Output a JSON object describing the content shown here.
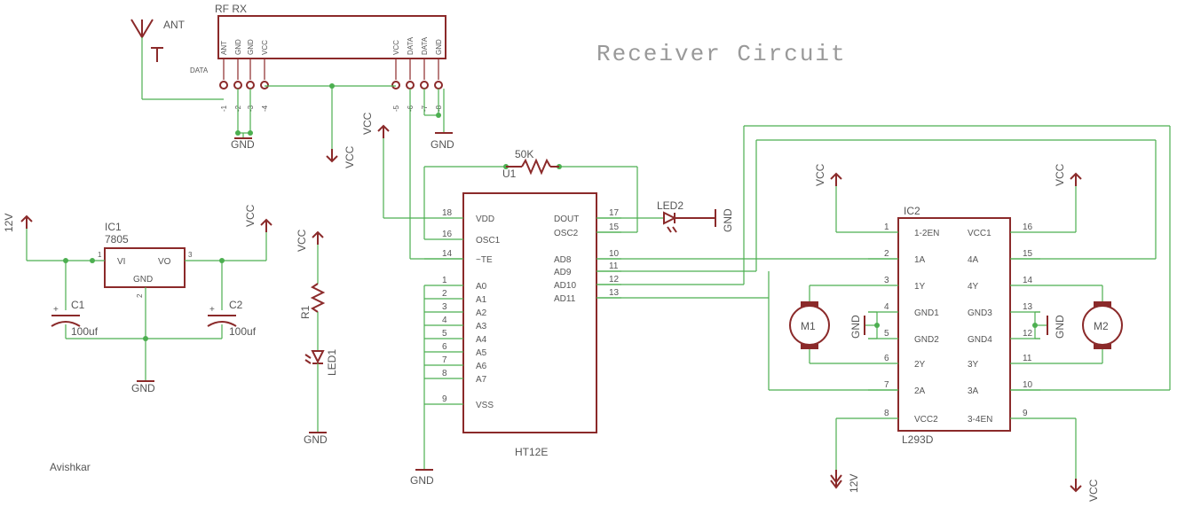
{
  "title": "Receiver Circuit",
  "author": "Avishkar",
  "colors": {
    "wire": "#4caf50",
    "component": "#8b2a2a",
    "text": "#555555"
  },
  "rf_rx": {
    "name": "RF RX",
    "pin_labels": [
      "ANT",
      "GND",
      "GND",
      "VCC",
      "VCC",
      "DATA",
      "DATA",
      "GND"
    ],
    "pin_numbers": [
      "1",
      "2",
      "3",
      "4",
      "5",
      "6",
      "7",
      "8"
    ],
    "side_label": "DATA"
  },
  "antenna": {
    "label": "ANT"
  },
  "ht12e": {
    "ref": "U1",
    "name": "HT12E",
    "left_pins": [
      {
        "num": "18",
        "name": "VDD"
      },
      {
        "num": "16",
        "name": "OSC1"
      },
      {
        "num": "14",
        "name": "~TE"
      },
      {
        "num": "1",
        "name": "A0"
      },
      {
        "num": "2",
        "name": "A1"
      },
      {
        "num": "3",
        "name": "A2"
      },
      {
        "num": "4",
        "name": "A3"
      },
      {
        "num": "5",
        "name": "A4"
      },
      {
        "num": "6",
        "name": "A5"
      },
      {
        "num": "7",
        "name": "A6"
      },
      {
        "num": "8",
        "name": "A7"
      },
      {
        "num": "9",
        "name": "VSS"
      }
    ],
    "right_pins": [
      {
        "num": "17",
        "name": "DOUT"
      },
      {
        "num": "15",
        "name": "OSC2"
      },
      {
        "num": "10",
        "name": "AD8"
      },
      {
        "num": "11",
        "name": "AD9"
      },
      {
        "num": "12",
        "name": "AD10"
      },
      {
        "num": "13",
        "name": "AD11"
      }
    ]
  },
  "resistor_osc": {
    "value": "50K"
  },
  "led2": {
    "ref": "LED2"
  },
  "l293d": {
    "ref": "IC2",
    "name": "L293D",
    "left_pins": [
      {
        "num": "1",
        "name": "1-2EN"
      },
      {
        "num": "2",
        "name": "1A"
      },
      {
        "num": "3",
        "name": "1Y"
      },
      {
        "num": "4",
        "name": "GND1"
      },
      {
        "num": "5",
        "name": "GND2"
      },
      {
        "num": "6",
        "name": "2Y"
      },
      {
        "num": "7",
        "name": "2A"
      },
      {
        "num": "8",
        "name": "VCC2"
      }
    ],
    "right_pins": [
      {
        "num": "16",
        "name": "VCC1"
      },
      {
        "num": "15",
        "name": "4A"
      },
      {
        "num": "14",
        "name": "4Y"
      },
      {
        "num": "13",
        "name": "GND3"
      },
      {
        "num": "12",
        "name": "GND4"
      },
      {
        "num": "11",
        "name": "3Y"
      },
      {
        "num": "10",
        "name": "3A"
      },
      {
        "num": "9",
        "name": "3-4EN"
      }
    ]
  },
  "motors": {
    "m1": "M1",
    "m2": "M2"
  },
  "regulator": {
    "ref": "IC1",
    "part": "7805",
    "vi": "VI",
    "vo": "VO",
    "gnd": "GND",
    "pin1": "1",
    "pin2": "2",
    "pin3": "3"
  },
  "capacitors": [
    {
      "ref": "C1",
      "value": "100uf",
      "polarity": "+"
    },
    {
      "ref": "C2",
      "value": "100uf",
      "polarity": "+"
    }
  ],
  "r1": {
    "ref": "R1"
  },
  "led1": {
    "ref": "LED1"
  },
  "power_labels": {
    "gnd": "GND",
    "vcc": "VCC",
    "v12": "12V"
  }
}
